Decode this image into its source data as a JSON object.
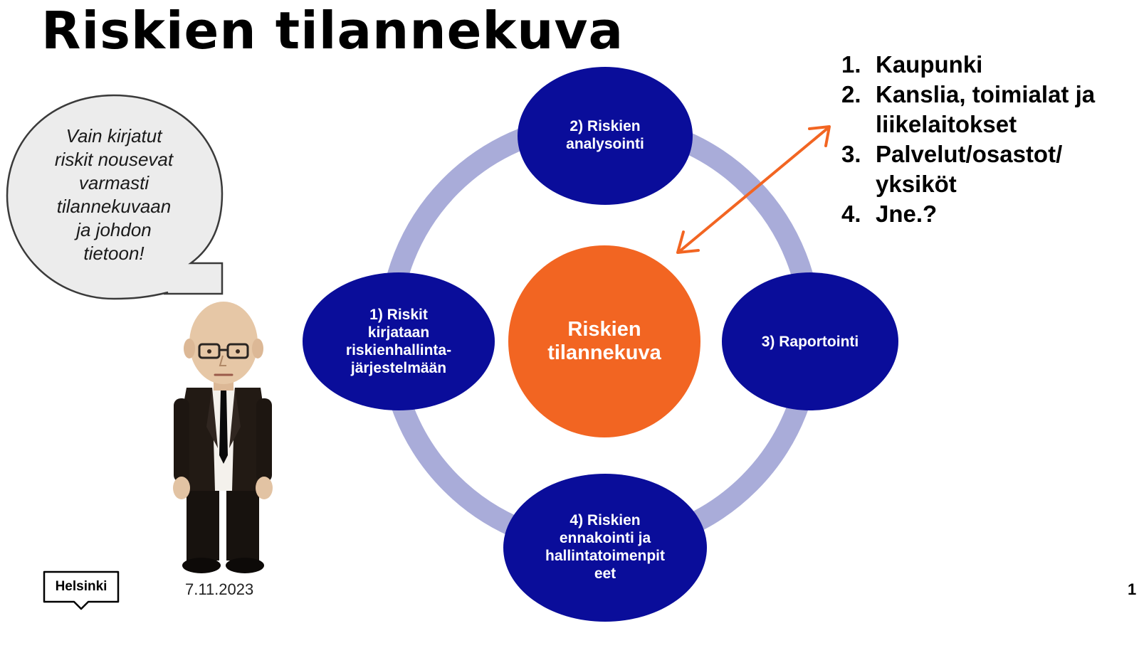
{
  "title": "Riskien tilannekuva",
  "list": [
    {
      "num": "1.",
      "text": "Kaupunki"
    },
    {
      "num": "2.",
      "text": "Kanslia, toimialat ja liikelaitokset"
    },
    {
      "num": "3.",
      "text": "Palvelut/osastot/ yksiköt"
    },
    {
      "num": "4.",
      "text": "Jne.?"
    }
  ],
  "bubble": {
    "lines": [
      "Vain kirjatut",
      "riskit nousevat",
      "varmasti",
      "tilannekuvaan",
      "ja johdon",
      "tietoon!"
    ]
  },
  "nodes": {
    "analysis": [
      "2) Riskien",
      "analysointi"
    ],
    "record": [
      "1) Riskit",
      "kirjataan",
      "riskienhallinta-",
      "järjestelmään"
    ],
    "report": [
      "3) Raportointi"
    ],
    "anticipate": [
      "4)  Riskien",
      "ennakointi ja",
      "hallintatoimenpit",
      "eet"
    ],
    "center": [
      "Riskien",
      "tilannekuva"
    ]
  },
  "footer": {
    "logo": "Helsinki",
    "date": "7.11.2023",
    "page": "1"
  },
  "colors": {
    "node": "#0a0d9a",
    "center": "#f26522",
    "ring": "#a9acd9",
    "arrow": "#f26522",
    "bubble": "#ececec"
  },
  "icons": [
    "speech-bubble",
    "businessman-avatar",
    "double-arrow",
    "helsinki-logo"
  ]
}
